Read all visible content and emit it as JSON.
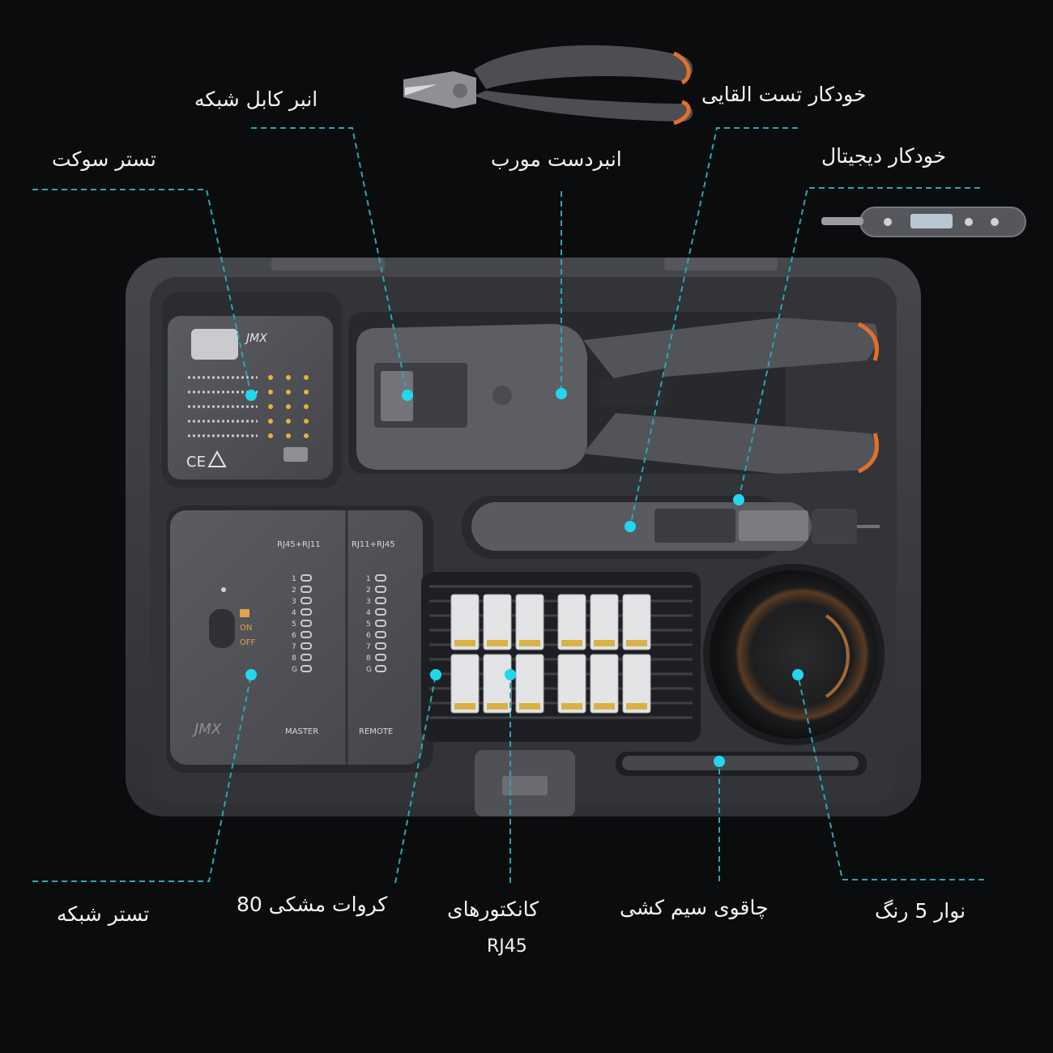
{
  "colors": {
    "background": "#0b0c0d",
    "leader_line": "#2aa7b4",
    "callout_dot": "#22d6ef",
    "accent_orange": "#e0702a",
    "case_gray": "#3d3f44"
  },
  "labels": {
    "crimper_cable": "انبر کابل شبکه",
    "induction_pen": "خودکار تست القایی",
    "socket_tester": "تستر سوکت",
    "diagonal_pliers": "انبردست مورب",
    "digital_pen": "خودکار دیجیتال",
    "network_tester": "تستر شبکه",
    "cable_ties": "کروات مشکی 80",
    "rj45_connectors": "کانکتورهای",
    "rj45_code": "RJ45",
    "wire_knife": "چاقوی سیم کشی",
    "tape": "نوار 5 رنگ"
  },
  "device_text": {
    "master_port": "RJ45+RJ11",
    "remote_port": "RJ11+RJ45",
    "master": "MASTER",
    "remote": "REMOTE",
    "on": "ON",
    "off": "OFF",
    "ce_mark": "CE",
    "brand": "JMX",
    "led_numbers": [
      "1",
      "2",
      "3",
      "4",
      "5",
      "6",
      "7",
      "8",
      "G"
    ]
  },
  "icons": [
    "pliers-icon",
    "digital-pen-icon",
    "warning-icon"
  ]
}
